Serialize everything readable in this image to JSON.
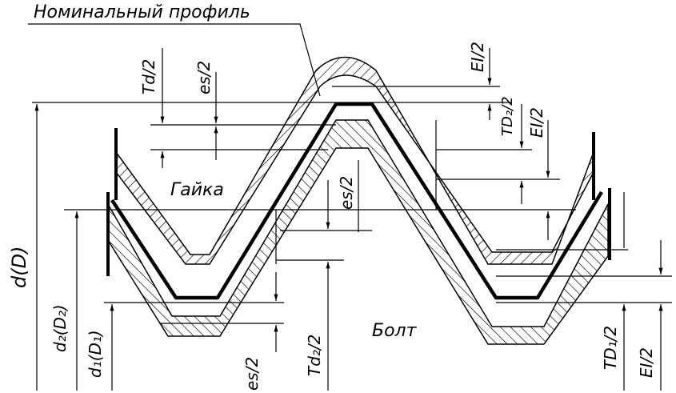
{
  "labels": {
    "nominal_profile": "Номинальный профиль",
    "nut": "Гайка",
    "bolt": "Болт",
    "d_D": "d(D)",
    "d2_D2": "d₂(D₂)",
    "d1_D1": "d₁(D₁)",
    "Td_2": "Td/2",
    "es_2_top": "es/2",
    "es_2_mid": "es/2",
    "es_2_bottom": "es/2",
    "Td2_2": "Td₂/2",
    "EI_2_top": "EI/2",
    "TD2_2": "TD₂/2",
    "EI_2_right_top": "EI/2",
    "TD1_2": "TD₁/2",
    "EI_2_right_bottom": "EI/2"
  },
  "colors": {
    "ink": "#000000",
    "background": "#ffffff"
  }
}
